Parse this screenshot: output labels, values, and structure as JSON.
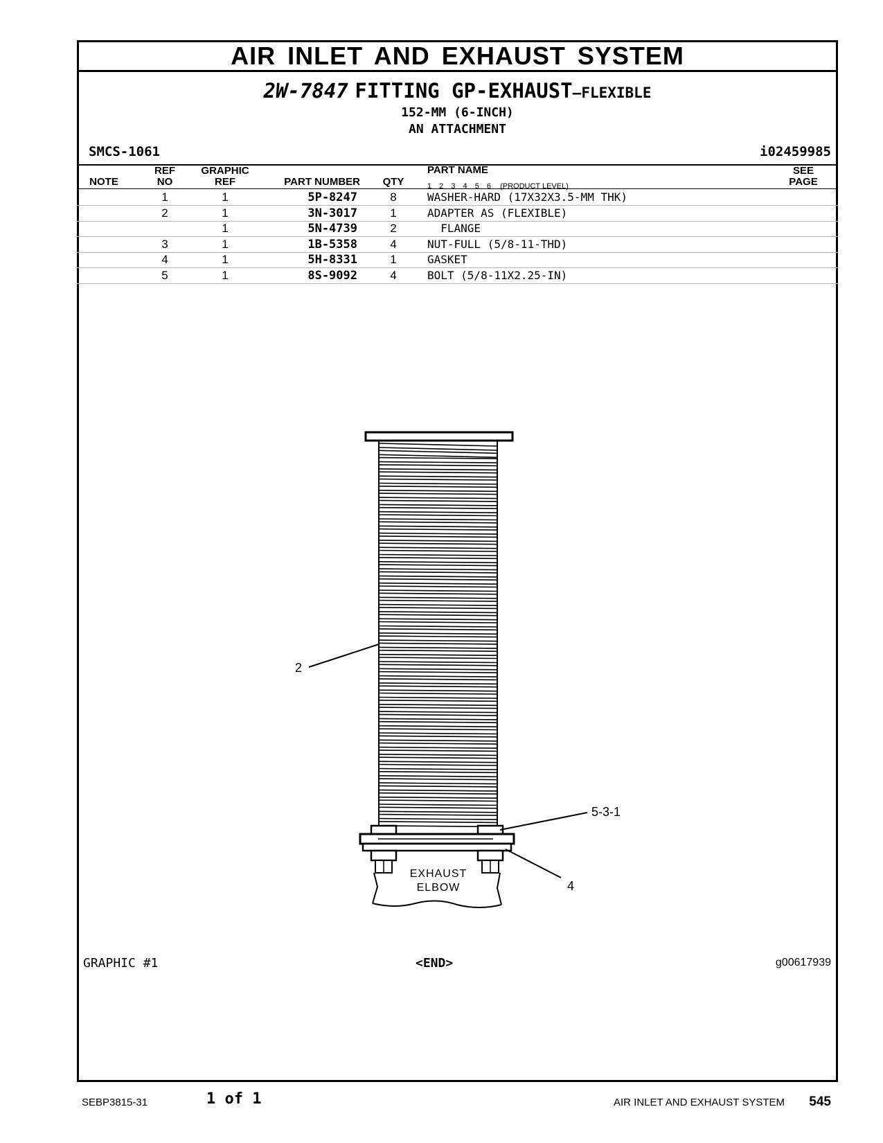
{
  "header": {
    "system_title": "AIR INLET AND EXHAUST SYSTEM",
    "part_number": "2W-7847",
    "part_name": "FITTING GP-EXHAUST",
    "part_suffix": "—FLEXIBLE",
    "subtitle_1": "152-MM (6-INCH)",
    "subtitle_2": "AN ATTACHMENT",
    "smcs": "SMCS-1061",
    "info_ref": "i02459985"
  },
  "table": {
    "headers": {
      "note": "NOTE",
      "ref_no": [
        "REF",
        "NO"
      ],
      "graphic_ref": [
        "GRAPHIC",
        "REF"
      ],
      "part_number": "PART NUMBER",
      "qty": "QTY",
      "part_name": "PART NAME",
      "product_levels": "1 2 3 4 5 6",
      "product_level_label": "(PRODUCT LEVEL)",
      "see_page": [
        "SEE",
        "PAGE"
      ]
    },
    "rows": [
      {
        "note": "",
        "ref": "1",
        "graphic": "1",
        "part_number": "5P-8247",
        "qty": "8",
        "name": "WASHER-HARD (17X32X3.5-MM THK)",
        "see_page": ""
      },
      {
        "note": "",
        "ref": "2",
        "graphic": "1",
        "part_number": "3N-3017",
        "qty": "1",
        "name": "ADAPTER AS (FLEXIBLE)",
        "see_page": ""
      },
      {
        "note": "",
        "ref": "",
        "graphic": "1",
        "part_number": "5N-4739",
        "qty": "2",
        "name": "  FLANGE",
        "see_page": ""
      },
      {
        "note": "",
        "ref": "3",
        "graphic": "1",
        "part_number": "1B-5358",
        "qty": "4",
        "name": "NUT-FULL (5/8-11-THD)",
        "see_page": ""
      },
      {
        "note": "",
        "ref": "4",
        "graphic": "1",
        "part_number": "5H-8331",
        "qty": "1",
        "name": "GASKET",
        "see_page": ""
      },
      {
        "note": "",
        "ref": "5",
        "graphic": "1",
        "part_number": "8S-9092",
        "qty": "4",
        "name": "BOLT (5/8-11X2.25-IN)",
        "see_page": ""
      }
    ]
  },
  "drawing": {
    "callouts": {
      "hose": "2",
      "hardware": "5-3-1",
      "gasket": "4"
    },
    "elbow_label_1": "EXHAUST",
    "elbow_label_2": "ELBOW"
  },
  "graphic_footer": {
    "graphic_label": "GRAPHIC #1",
    "end_label": "<END>",
    "graphic_ref": "g00617939"
  },
  "page_footer": {
    "doc_number": "SEBP3815-31",
    "page_of": "1 of 1",
    "section": "AIR INLET AND EXHAUST SYSTEM",
    "page_number": "545"
  }
}
